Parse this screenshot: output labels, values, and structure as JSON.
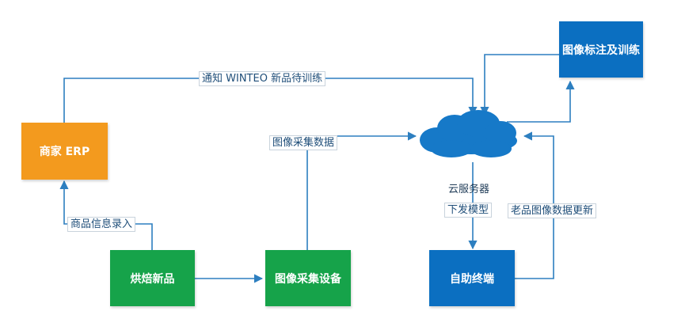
{
  "colors": {
    "orange": "#F39A1E",
    "green": "#16A34A",
    "blue": "#0B6FC1",
    "cloud": "#1679C8",
    "line": "#2D7FC0"
  },
  "nodes": {
    "erp": "商家 ERP",
    "bake": "烘焙新品",
    "capture": "图像采集设备",
    "terminal": "自助终端",
    "annotate": "图像标注及训练",
    "cloud": "云服务器"
  },
  "edges": {
    "notify": "通知 WINTEO 新品待训练",
    "capture_data": "图像采集数据",
    "product_entry": "商品信息录入",
    "deploy_model": "下发模型",
    "update_old": "老品图像数据更新"
  }
}
